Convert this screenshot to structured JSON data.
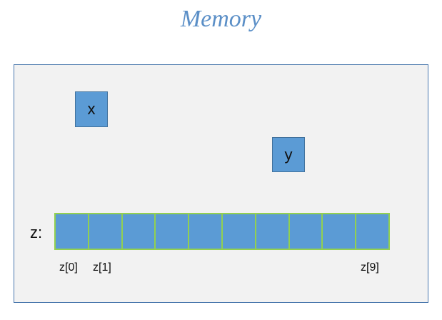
{
  "title": "Memory",
  "variables": {
    "x": "x",
    "y": "y"
  },
  "array": {
    "name": "z:",
    "cell_count": 10,
    "index_labels": {
      "first": "z[0]",
      "second": "z[1]",
      "last": "z[9]"
    }
  },
  "colors": {
    "title": "#5b8fc7",
    "box_fill": "#5b9bd5",
    "array_border": "#92d050",
    "memory_background": "#f2f2f2"
  }
}
